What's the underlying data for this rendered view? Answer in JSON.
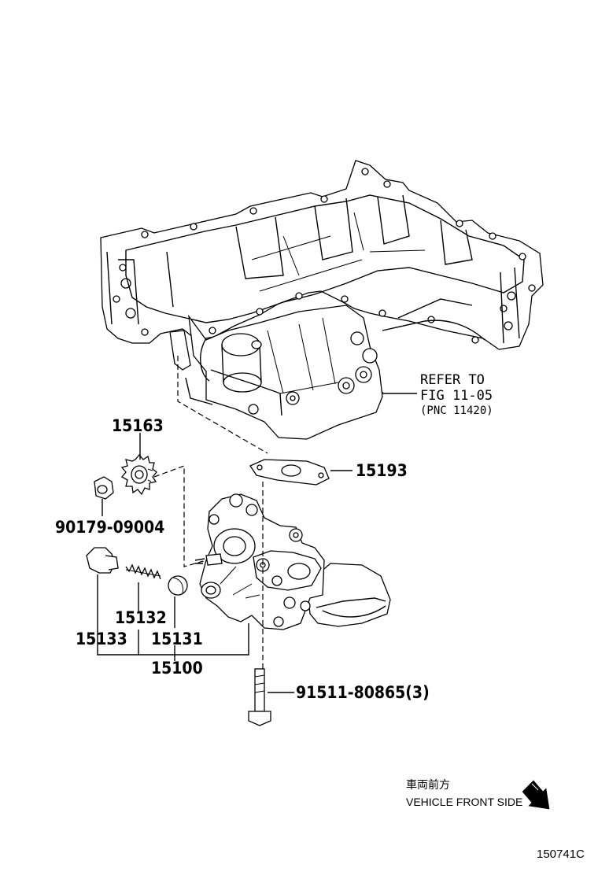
{
  "labels": {
    "p15163": "15163",
    "p90179": "90179-09004",
    "p15133": "15133",
    "p15132": "15132",
    "p15131": "15131",
    "p15100": "15100",
    "p15193": "15193",
    "p91511": "91511-80865(3)"
  },
  "reference": {
    "line1": "REFER TO",
    "line2": "FIG 11-05",
    "line3": "(PNC 11420)"
  },
  "orientation": {
    "jp": "車両前方",
    "en": "VEHICLE FRONT SIDE",
    "icon": "arrow-down-right-icon"
  },
  "figure_id": "150741C"
}
